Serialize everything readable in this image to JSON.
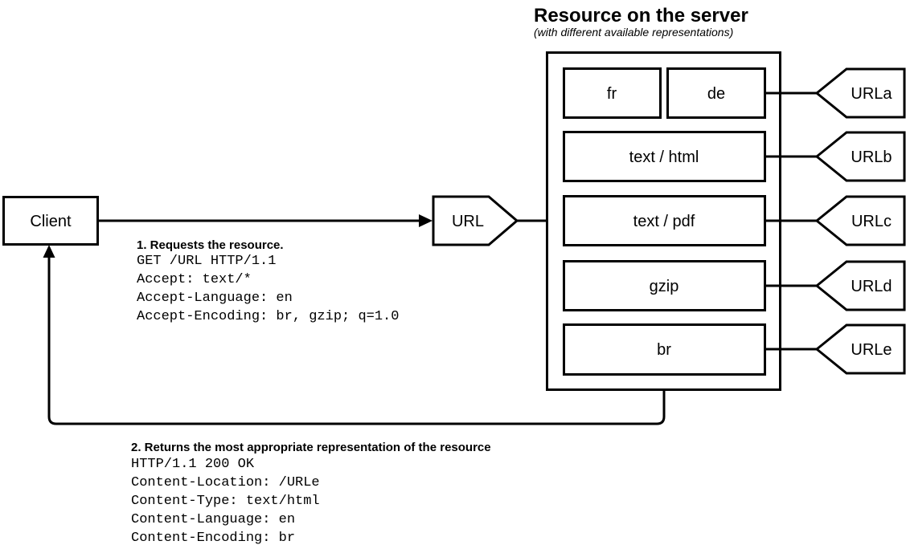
{
  "colors": {
    "stroke": "#000000",
    "background": "#ffffff"
  },
  "server": {
    "title": "Resource on the server",
    "subtitle": "(with different available representations)"
  },
  "client": {
    "label": "Client"
  },
  "url_node": {
    "label": "URL"
  },
  "representations": [
    {
      "label": "fr"
    },
    {
      "label": "de"
    },
    {
      "label": "text / html"
    },
    {
      "label": "text / pdf"
    },
    {
      "label": "gzip"
    },
    {
      "label": "br"
    }
  ],
  "url_tags": [
    {
      "label": "URLa"
    },
    {
      "label": "URLb"
    },
    {
      "label": "URLc"
    },
    {
      "label": "URLd"
    },
    {
      "label": "URLe"
    }
  ],
  "request": {
    "heading": "1. Requests the resource.",
    "lines": [
      "GET /URL HTTP/1.1",
      "Accept: text/*",
      "Accept-Language: en",
      "Accept-Encoding: br, gzip; q=1.0"
    ]
  },
  "response": {
    "heading": "2. Returns the most appropriate representation of the resource",
    "lines": [
      "HTTP/1.1 200 OK",
      "Content-Location: /URLe",
      "Content-Type: text/html",
      "Content-Language: en",
      "Content-Encoding: br"
    ]
  }
}
